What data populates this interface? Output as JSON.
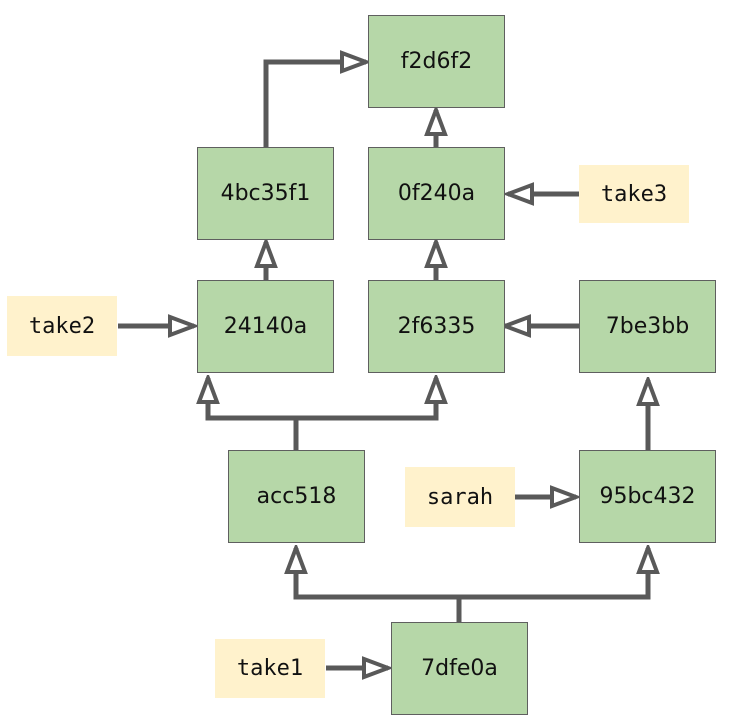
{
  "commits": {
    "c_f2d6f2": "f2d6f2",
    "c_4bc35f1": "4bc35f1",
    "c_0f240a": "0f240a",
    "c_24140a": "24140a",
    "c_2f6335": "2f6335",
    "c_7be3bb": "7be3bb",
    "c_acc518": "acc518",
    "c_95bc432": "95bc432",
    "c_7dfe0a": "7dfe0a"
  },
  "refs": {
    "take3": "take3",
    "take2": "take2",
    "sarah": "sarah",
    "take1": "take1"
  },
  "colors": {
    "commit_fill": "#b6d7a8",
    "commit_border": "#5f5f5f",
    "ref_fill": "#fff2cc",
    "arrow": "#595959"
  }
}
